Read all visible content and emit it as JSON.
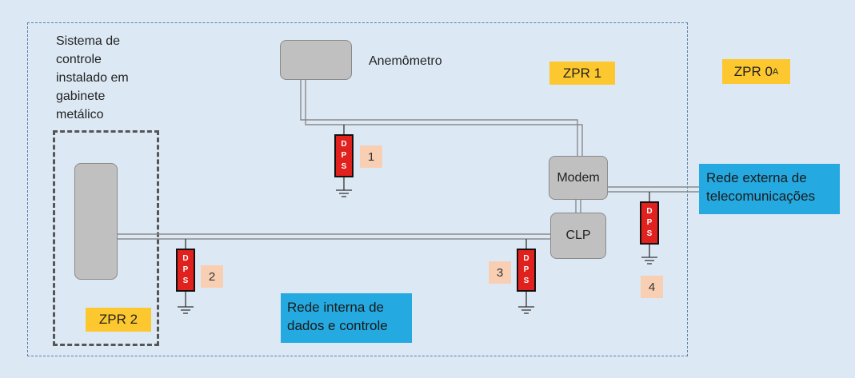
{
  "zones": {
    "zpr1": "ZPR 1",
    "zpr0_main": "ZPR 0",
    "zpr0_sub": "A",
    "zpr2": "ZPR 2"
  },
  "texts": {
    "control_system": [
      "Sistema de",
      "controle",
      "instalado em",
      "gabinete",
      "metálico"
    ],
    "anemometer": "Anemômetro",
    "external_network": [
      "Rede externa de",
      "telecomunicações"
    ],
    "internal_network": [
      "Rede interna de",
      "dados e controle"
    ]
  },
  "boxes": {
    "modem": "Modem",
    "clp": "CLP"
  },
  "dps_letters": [
    "D",
    "P",
    "S"
  ],
  "dps_numbers": [
    "1",
    "2",
    "3",
    "4"
  ],
  "colors": {
    "background": "#dce9f5",
    "zone_tag": "#fdc82f",
    "network_box": "#24a9e1",
    "dps": "#e0211d",
    "number_tag": "#f9cfb4",
    "device": "#c0c0c0"
  }
}
